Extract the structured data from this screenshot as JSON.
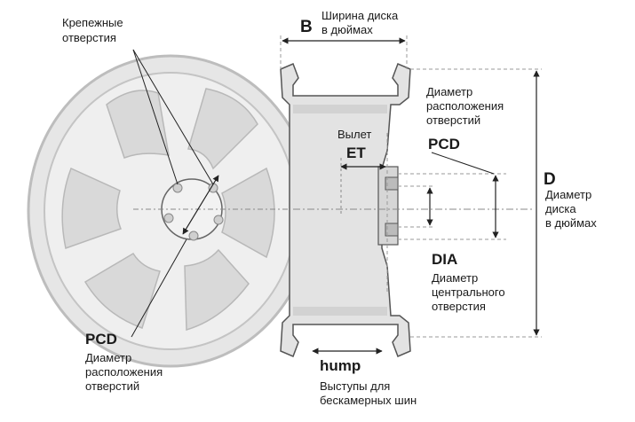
{
  "labels": {
    "mount_holes": [
      "Крепежные",
      "отверстия"
    ],
    "b_symbol": "B",
    "b_desc": [
      "Ширина диска",
      "в дюймах"
    ],
    "pcd_right_desc": [
      "Диаметр",
      "расположения",
      "отверстий"
    ],
    "et_desc": "Вылет",
    "et_symbol": "ET",
    "pcd_right_symbol": "PCD",
    "d_symbol": "D",
    "d_desc": [
      "Диаметр",
      "диска",
      "в дюймах"
    ],
    "dia_symbol": "DIA",
    "dia_desc": [
      "Диаметр",
      "центрального",
      "отверстия"
    ],
    "pcd_left_symbol": "PCD",
    "pcd_left_desc": [
      "Диаметр",
      "расположения",
      "отверстий"
    ],
    "hump_symbol": "hump",
    "hump_desc": [
      "Выступы для",
      "бескамерных шин"
    ]
  },
  "colors": {
    "wheel_fill": "#e9e9e9",
    "wheel_stroke": "#b5b5b5",
    "rim_fill": "#dcdcdc",
    "line": "#333333",
    "dashed": "#8a8a8a"
  }
}
